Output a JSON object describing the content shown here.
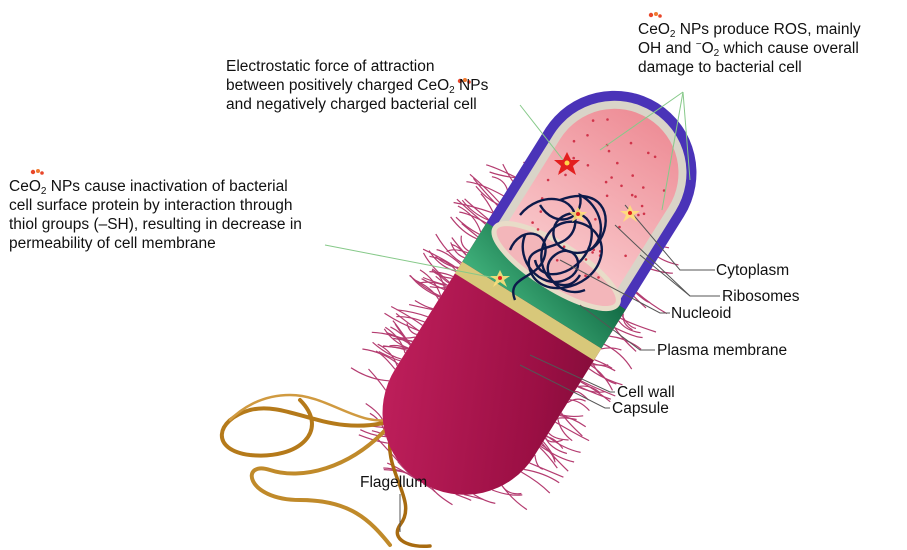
{
  "colors": {
    "capsule": "#4a33b8",
    "cell_wall": "#d8d0a0",
    "plasma_membrane": "#1d8a5c",
    "cytoplasm": "#f0a0a8",
    "body": "#a4134a",
    "nucleoid": "#0d1a4a",
    "flagellum": "#b57a1a",
    "pili": "#b43c70",
    "leader_green": "#86c989",
    "leader_gray": "#555555"
  },
  "icons": {
    "nanoparticle": "ceo2-nanoparticle-icon",
    "ros_burst": "ros-burst-icon"
  },
  "annotations": {
    "ros": {
      "line1_a": "CeO",
      "line1_sub": "2",
      "line1_b": " NPs produce ROS, mainly",
      "line2_a": "OH and ",
      "line2_sup": "−",
      "line2_b": "O",
      "line2_sub": "2",
      "line2_c": " which cause overall",
      "line3": "damage to bacterial cell"
    },
    "electrostatic": {
      "line1": "Electrostatic force of attraction",
      "line2_a": "between positively charged ",
      "line2_b": "CeO",
      "line2_sub": "2",
      "line2_c": " NPs",
      "line3": "and negatively charged bacterial cell"
    },
    "inactivation": {
      "line1_a": "CeO",
      "line1_sub": "2",
      "line1_b": " NPs cause inactivation of bacterial",
      "line2": "cell surface protein by interaction through",
      "line3": "thiol groups (–SH), resulting in decrease in",
      "line4": "permeability of cell membrane"
    }
  },
  "labels": {
    "cytoplasm": "Cytoplasm",
    "ribosomes": "Ribosomes",
    "nucleoid": "Nucleoid",
    "plasma_membrane": "Plasma membrane",
    "cell_wall": "Cell wall",
    "capsule": "Capsule",
    "flagellum": "Flagellum"
  }
}
